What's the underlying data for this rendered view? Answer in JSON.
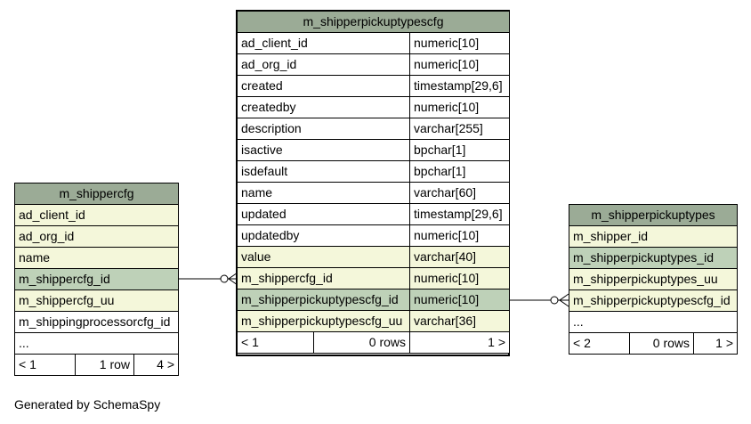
{
  "center_table": {
    "name": "m_shipperpickuptypescfg",
    "columns": [
      {
        "name": "ad_client_id",
        "type": "numeric[10]",
        "style": "plain"
      },
      {
        "name": "ad_org_id",
        "type": "numeric[10]",
        "style": "plain"
      },
      {
        "name": "created",
        "type": "timestamp[29,6]",
        "style": "plain"
      },
      {
        "name": "createdby",
        "type": "numeric[10]",
        "style": "plain"
      },
      {
        "name": "description",
        "type": "varchar[255]",
        "style": "plain"
      },
      {
        "name": "isactive",
        "type": "bpchar[1]",
        "style": "plain"
      },
      {
        "name": "isdefault",
        "type": "bpchar[1]",
        "style": "plain"
      },
      {
        "name": "name",
        "type": "varchar[60]",
        "style": "plain"
      },
      {
        "name": "updated",
        "type": "timestamp[29,6]",
        "style": "plain"
      },
      {
        "name": "updatedby",
        "type": "numeric[10]",
        "style": "plain"
      },
      {
        "name": "value",
        "type": "varchar[40]",
        "style": "fk"
      },
      {
        "name": "m_shippercfg_id",
        "type": "numeric[10]",
        "style": "fk"
      },
      {
        "name": "m_shipperpickuptypescfg_id",
        "type": "numeric[10]",
        "style": "pk"
      },
      {
        "name": "m_shipperpickuptypescfg_uu",
        "type": "varchar[36]",
        "style": "fk"
      }
    ],
    "footer": {
      "parents": "< 1",
      "rows": "0 rows",
      "children": "1 >"
    }
  },
  "left_table": {
    "name": "m_shippercfg",
    "columns": [
      {
        "name": "ad_client_id",
        "style": "fk"
      },
      {
        "name": "ad_org_id",
        "style": "fk"
      },
      {
        "name": "name",
        "style": "fk"
      },
      {
        "name": "m_shippercfg_id",
        "style": "pk"
      },
      {
        "name": "m_shippercfg_uu",
        "style": "fk"
      },
      {
        "name": "m_shippingprocessorcfg_id",
        "style": "plain"
      },
      {
        "name": "...",
        "style": "plain"
      }
    ],
    "footer": {
      "parents": "< 1",
      "rows": "1 row",
      "children": "4 >"
    }
  },
  "right_table": {
    "name": "m_shipperpickuptypes",
    "columns": [
      {
        "name": "m_shipper_id",
        "style": "fk"
      },
      {
        "name": "m_shipperpickuptypes_id",
        "style": "pk"
      },
      {
        "name": "m_shipperpickuptypes_uu",
        "style": "fk"
      },
      {
        "name": "m_shipperpickuptypescfg_id",
        "style": "fk"
      },
      {
        "name": "...",
        "style": "plain"
      }
    ],
    "footer": {
      "parents": "< 2",
      "rows": "0 rows",
      "children": "1 >"
    }
  },
  "footer_text": "Generated by SchemaSpy",
  "colors": {
    "header": "#9bab96",
    "fk": "#f4f7da",
    "pk": "#bed1b8"
  }
}
